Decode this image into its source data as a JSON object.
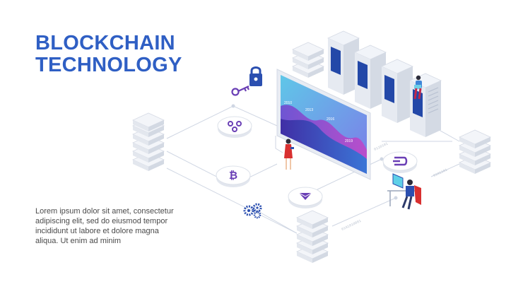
{
  "heading": {
    "line1": "BLOCKCHAIN",
    "line2": "TECHNOLOGY"
  },
  "description": "Lorem ipsum dolor sit amet, consectetur adipiscing elit, sed do eiusmod tempor incididunt ut labore et dolore magna aliqua. Ut enim ad minim",
  "screen_chart": {
    "year_labels": [
      "2010",
      "2013",
      "2016",
      "2019"
    ]
  },
  "connector_labels": {
    "right_upper": "0110101",
    "right_lower": "0101101",
    "bottom": "0101010001"
  },
  "icons": {
    "ripple": "ripple-coin-icon",
    "bitcoin": "bitcoin-coin-icon",
    "ethereum": "ethereum-coin-icon",
    "dash": "dash-coin-icon",
    "lock": "padlock-icon",
    "key": "key-icon",
    "gears": "gears-icon"
  },
  "colors": {
    "heading": "#2f5fc4",
    "accent_blue": "#2b4fb0",
    "accent_purple": "#6a3fb5",
    "server_light": "#e4e8ef",
    "server_dark_panel": "#2348a8",
    "network_line": "#cfd6e3"
  }
}
